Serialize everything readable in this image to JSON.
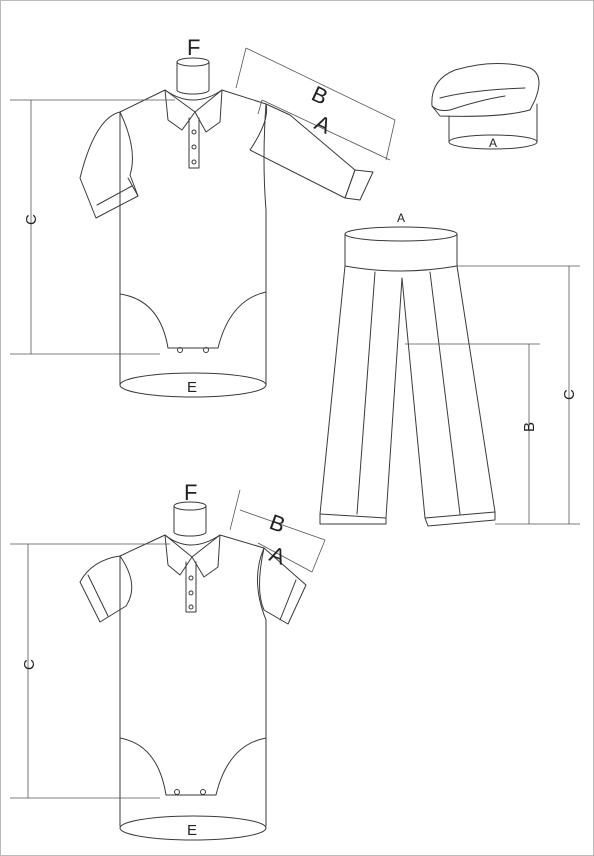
{
  "labels": {
    "bodysuit_long": {
      "neck": "F",
      "sleeve_outer": "B",
      "sleeve_inner": "A",
      "length": "C",
      "hem": "E"
    },
    "cap": {
      "head": "A"
    },
    "pants": {
      "waist": "A",
      "outer_length": "C",
      "inseam": "B"
    },
    "bodysuit_short": {
      "neck": "F",
      "sleeve_outer": "B",
      "sleeve_inner": "A",
      "length": "C",
      "hem": "E"
    }
  },
  "colors": {
    "line": "#3a3a3a",
    "dimension": "#555555",
    "background": "#ffffff",
    "frame": "#bbbbbb"
  }
}
